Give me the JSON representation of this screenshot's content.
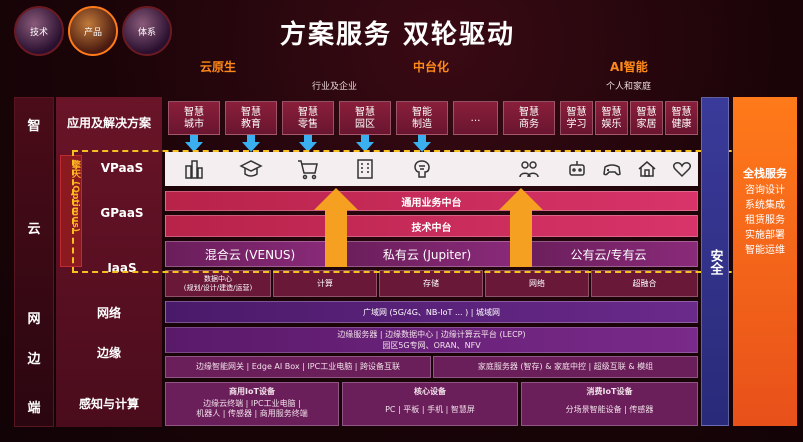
{
  "top_circles": [
    {
      "label": "技术",
      "active": false
    },
    {
      "label": "产品",
      "active": true
    },
    {
      "label": "体系",
      "active": false
    }
  ],
  "title": "方案服务 双轮驱动",
  "categories": [
    {
      "label": "云原生",
      "sub": "行业及企业"
    },
    {
      "label": "中台化",
      "sub": ""
    },
    {
      "label": "AI智能",
      "sub": "个人和家庭"
    }
  ],
  "left_column": [
    "智",
    "云",
    "网",
    "边",
    "端"
  ],
  "rows": {
    "apps_label": "应用及解决方案",
    "vpaas_label": "VPaaS",
    "gpaas_label": "GPaaS",
    "iaas_label": "IaaS",
    "net_label": "网络",
    "edge_label": "边缘",
    "sense_label": "感知与计算"
  },
  "optimus": "擎天 (Optimus)",
  "apps": [
    "智慧\n城市",
    "智慧\n教育",
    "智慧\n零售",
    "智慧\n园区",
    "智能\n制造",
    "…",
    "智慧\n商务",
    "智慧\n学习",
    "智慧\n娱乐",
    "智慧\n家居",
    "智慧\n健康"
  ],
  "vpaas_icons": [
    "city-icon",
    "graduation-cap-icon",
    "shopping-cart-icon",
    "building-icon",
    "brain-icon",
    "",
    "team-icon",
    "robot-icon",
    "gamepad-icon",
    "home-icon",
    "heart-icon"
  ],
  "gpaas": {
    "line1": "通用业务中台",
    "line2": "技术中台"
  },
  "clouds": [
    "混合云 (VENUS)",
    "私有云 (Jupiter)",
    "公有云/专有云"
  ],
  "iaas": [
    "数据中心\n(规划/设计/建造/运营)",
    "计算",
    "存储",
    "网络",
    "超融合"
  ],
  "network": "广域网 (5G/4G、NB-IoT ... ) | 城域网",
  "edge": {
    "line1": "边缘服务器 | 边缘数据中心 | 边缘计算云平台 (LECP)",
    "line2": "园区5G专网、ORAN、NFV",
    "left": "边缘智能网关 | Edge AI Box | IPC工业电脑 | 跨设备互联",
    "right": "家庭服务器 (智存) & 家庭中控 | 超级互联 & 模组"
  },
  "devices": [
    {
      "title": "商用IoT设备",
      "items": "边缘云终端 | IPC工业电脑 |\n机器人 | 传感器 | 商用服务终端"
    },
    {
      "title": "核心设备",
      "items": "PC | 平板 | 手机 | 智慧屏"
    },
    {
      "title": "消费IoT设备",
      "items": "分场景智能设备 | 传感器"
    }
  ],
  "security": "安全",
  "fullstack": {
    "title": "全栈服务",
    "items": [
      "咨询设计",
      "系统集成",
      "租赁服务",
      "实施部署",
      "智能运维"
    ]
  },
  "colors": {
    "accent": "#ff8a1a",
    "arrow": "#f5a020",
    "dash": "#f5c020",
    "blue": "#3ab0f0"
  }
}
